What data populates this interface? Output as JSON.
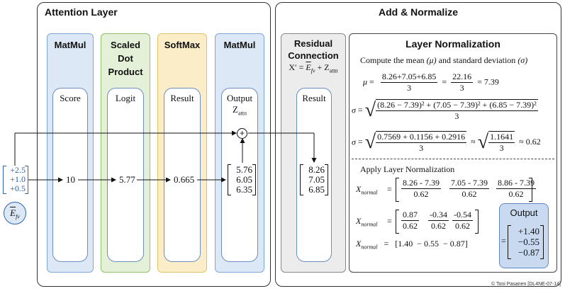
{
  "attention_panel": {
    "title": "Attention Layer"
  },
  "addnorm_panel": {
    "title": "Add & Normalize"
  },
  "input_vector": {
    "values": [
      "+2.5",
      "+1.0",
      "+0.5"
    ],
    "symbol": "E",
    "subscript": "fv"
  },
  "columns": [
    {
      "title_lines": [
        "MatMul"
      ],
      "inner_label": "Score",
      "value": "10",
      "color": "#dce8f5",
      "border": "#7ea6d6"
    },
    {
      "title_lines": [
        "Scaled",
        "Dot",
        "Product"
      ],
      "inner_label": "Logit",
      "value": "5.77",
      "color": "#e4f0d8",
      "border": "#90c06a"
    },
    {
      "title_lines": [
        "SoftMax"
      ],
      "inner_label": "Result",
      "value": "0.665",
      "color": "#fbedc8",
      "border": "#e0c26a"
    },
    {
      "title_lines": [
        "MatMul"
      ],
      "inner_label": "Output",
      "inner_sublabel": "Z",
      "inner_sublabel_sub": "attn",
      "values": [
        "5.76",
        "6.05",
        "6.35"
      ],
      "color": "#dce8f5",
      "border": "#7ea6d6"
    }
  ],
  "add_symbol": "+",
  "residual": {
    "title_lines": [
      "Residual",
      "Connection"
    ],
    "formula_prefix": "X′ = ",
    "formula_e": "E",
    "formula_e_sub": "fv",
    "formula_suffix": " + Z",
    "formula_suffix_sub": "attn",
    "inner_label": "Result",
    "values": [
      "8.26",
      "7.05",
      "6.85"
    ],
    "color": "#ececec",
    "border": "#888888"
  },
  "layer_norm": {
    "title": "Layer Normalization",
    "intro_text": "Compute the mean ",
    "intro_mu": "(μ)",
    "intro_mid": " and standard deviation ",
    "intro_sigma": "(σ)",
    "mu_symbol": "μ",
    "mu_num": "8.26+7.05+6.85",
    "mu_den": "3",
    "mu_num2": "22.16",
    "mu_den2": "3",
    "mu_result": "= 7.39",
    "sigma_symbol": "σ",
    "sigma_num": "(8.26 − 7.39)² + (7.05 − 7.39)² + (6.85 − 7.39)²",
    "sigma_den": "3",
    "sigma2_num": "0.7569 + 0.1156 + 0.2916",
    "sigma2_den": "3",
    "sigma3_num": "1.1641",
    "sigma3_den": "3",
    "sigma_result": "≈ 0.62",
    "apply_text": "Apply Layer Normalization",
    "xnorm_label": "X",
    "xnorm_sub": "normal",
    "row1": [
      {
        "num": "8.26 - 7.39",
        "den": "0.62"
      },
      {
        "num": "7.05 - 7.39",
        "den": "0.62"
      },
      {
        "num": "8.86 - 7.39",
        "den": "0.62"
      }
    ],
    "row2": [
      {
        "num": "0.87",
        "den": "0.62"
      },
      {
        "num": "-0.34",
        "den": "0.62"
      },
      {
        "num": "-0.54",
        "den": "0.62"
      }
    ],
    "row3": "[1.40  − 0.55  − 0.87]"
  },
  "output_box": {
    "title": "Output",
    "values": [
      "+1.40",
      "−0.55",
      "−0.87"
    ],
    "color": "#c9daf0",
    "border": "#5f87c2"
  },
  "copyright": "© Toni Pasanen [DL4NE-07-14]"
}
